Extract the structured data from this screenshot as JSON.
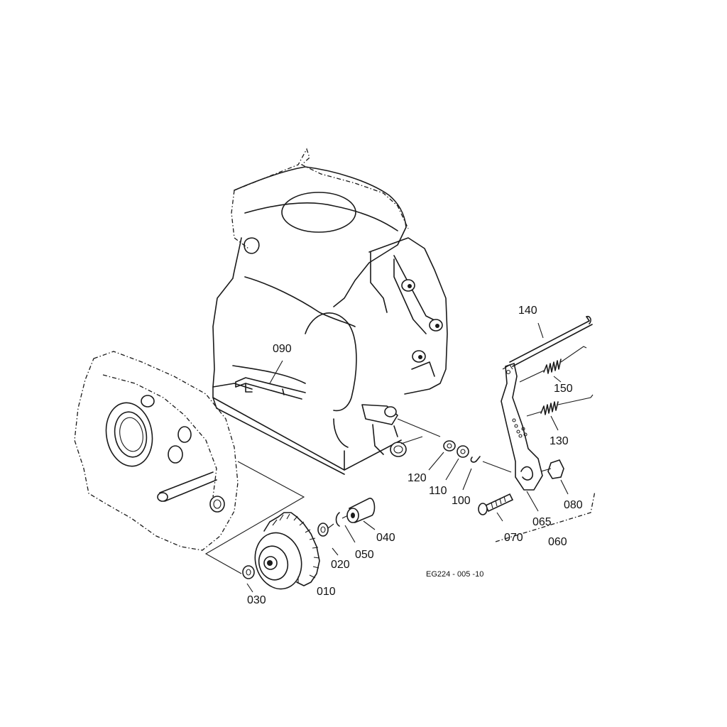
{
  "figure_code": "EG224 - 005 -10",
  "parts": {
    "p010": "010",
    "p020": "020",
    "p030": "030",
    "p040": "040",
    "p050": "050",
    "p060": "060",
    "p065": "065",
    "p070": "070",
    "p080": "080",
    "p090": "090",
    "p100": "100",
    "p110": "110",
    "p120": "120",
    "p130": "130",
    "p140": "140",
    "p150": "150"
  }
}
